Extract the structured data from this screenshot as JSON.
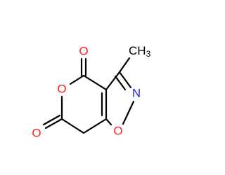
{
  "colors": {
    "oxygen": "#ff1f1f",
    "nitrogen": "#1f1fff",
    "carbon": "#000000",
    "background": "#ffffff"
  },
  "labels": {
    "carbonyl_o_top": "O",
    "ring_o_lactone": "O",
    "carbonyl_o_left": "O",
    "ring_n": "N",
    "ring_o_isoxazole": "O",
    "methyl": "CH",
    "methyl_subscript": "3"
  }
}
